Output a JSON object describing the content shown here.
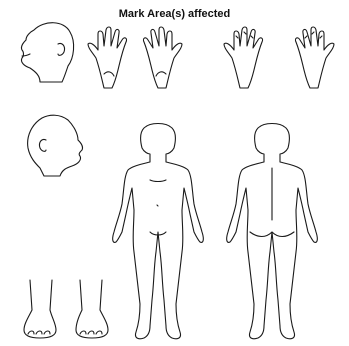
{
  "form": {
    "title": "Mark Area(s) affected"
  },
  "areas": [
    "head-left-side",
    "head-right-side",
    "hands-palms",
    "hands-backs",
    "body-front",
    "body-back",
    "feet"
  ],
  "colors": {
    "line": "#1a1a1a",
    "background": "#ffffff"
  }
}
